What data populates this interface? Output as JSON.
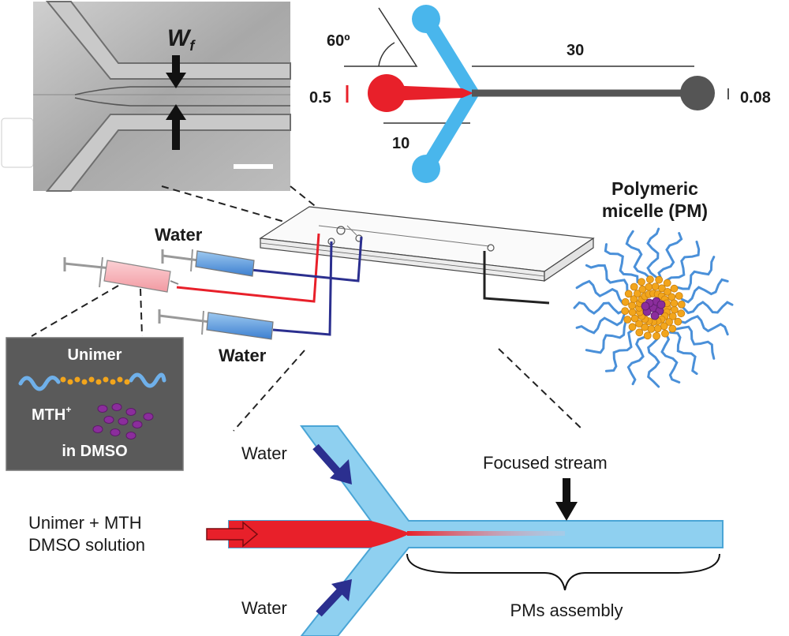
{
  "figure": {
    "micrograph": {
      "wf_main": "W",
      "wf_sub": "f"
    },
    "geometry": {
      "angle": "60º",
      "len_outlet": "30",
      "len_focus": "10",
      "w_inlet": "0.5",
      "w_outlet": "0.08"
    },
    "chip": {
      "water_top": "Water",
      "water_bottom": "Water"
    },
    "micelle": {
      "title_line1": "Polymeric",
      "title_line2": "micelle (PM)"
    },
    "inset": {
      "unimer": "Unimer",
      "mth": "MTH",
      "mth_sup": "+",
      "solvent": "in DMSO"
    },
    "focusing": {
      "water_top": "Water",
      "water_bottom": "Water",
      "focused_stream": "Focused stream",
      "inlet_line1": "Unimer + MTH",
      "inlet_line2": "DMSO solution",
      "assembly": "PMs assembly"
    }
  }
}
